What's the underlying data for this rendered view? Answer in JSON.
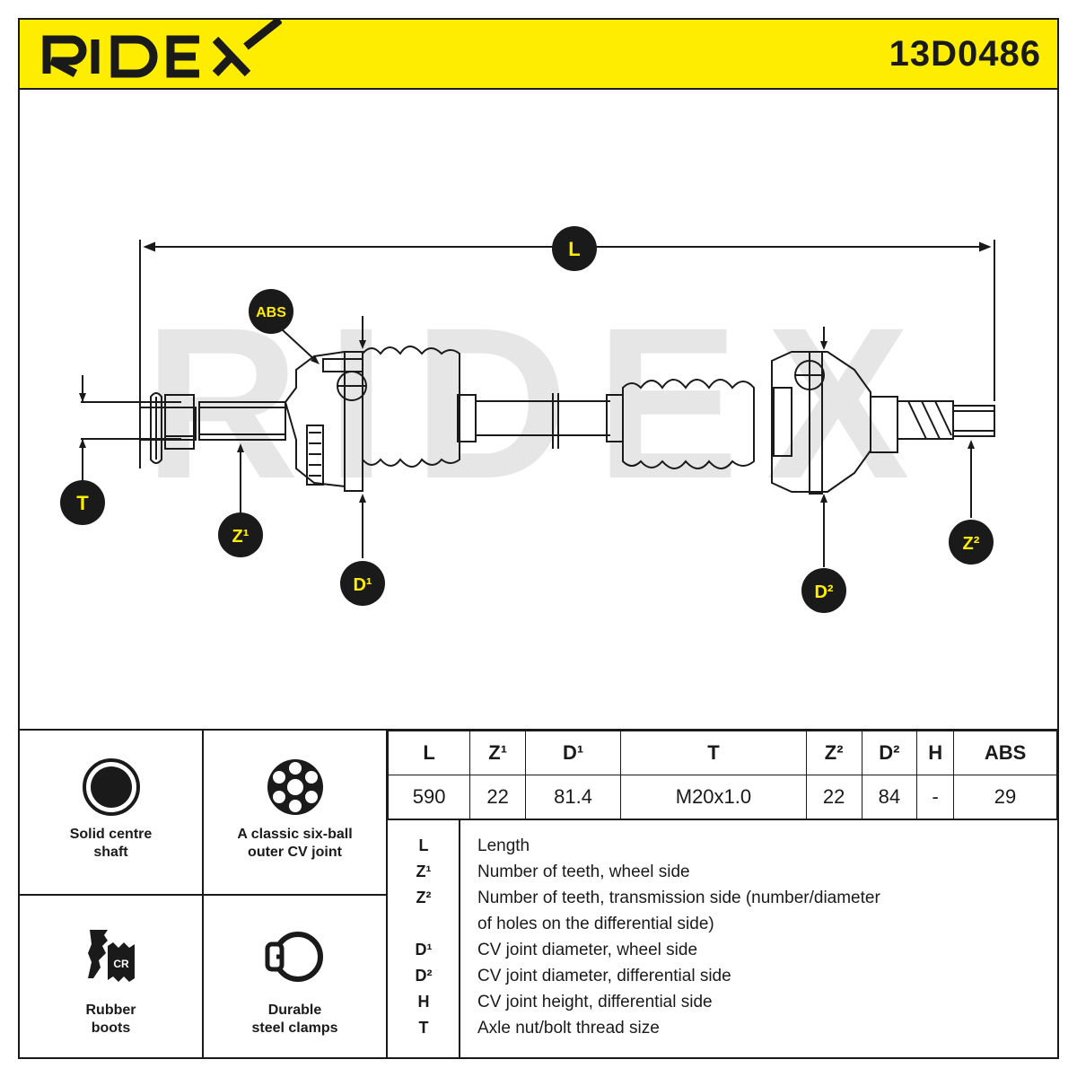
{
  "header": {
    "brand": "RIDEX",
    "part_number": "13D0486",
    "accent": "#ffed00"
  },
  "diagram": {
    "watermark": "RIDEX",
    "callouts": {
      "L": "L",
      "ABS": "ABS",
      "T": "T",
      "Z1": "Z¹",
      "D1": "D¹",
      "Z2": "Z²",
      "D2": "D²"
    }
  },
  "features": [
    {
      "label_line1": "Solid centre",
      "label_line2": "shaft",
      "icon": "solid-circle-icon"
    },
    {
      "label_line1": "A classic six-ball",
      "label_line2": "outer CV joint",
      "icon": "six-ball-joint-icon"
    },
    {
      "label_line1": "Rubber",
      "label_line2": "boots",
      "icon": "rubber-boot-cr-icon"
    },
    {
      "label_line1": "Durable",
      "label_line2": "steel clamps",
      "icon": "steel-clamp-icon"
    }
  ],
  "spec_table": {
    "headers": [
      "L",
      "Z¹",
      "D¹",
      "T",
      "Z²",
      "D²",
      "H",
      "ABS"
    ],
    "values": [
      "590",
      "22",
      "81.4",
      "M20x1.0",
      "22",
      "84",
      "-",
      "29"
    ]
  },
  "legend": [
    {
      "symbol": "L",
      "text": "Length"
    },
    {
      "symbol": "Z¹",
      "text": "Number of teeth, wheel side"
    },
    {
      "symbol": "Z²",
      "text": "Number of teeth, transmission side (number/diameter"
    },
    {
      "symbol": "",
      "text": "of holes on the differential side)"
    },
    {
      "symbol": "D¹",
      "text": "CV joint diameter, wheel side"
    },
    {
      "symbol": "D²",
      "text": "CV joint diameter, differential side"
    },
    {
      "symbol": "H",
      "text": "CV joint height, differential side"
    },
    {
      "symbol": "T",
      "text": "Axle nut/bolt thread size"
    }
  ]
}
